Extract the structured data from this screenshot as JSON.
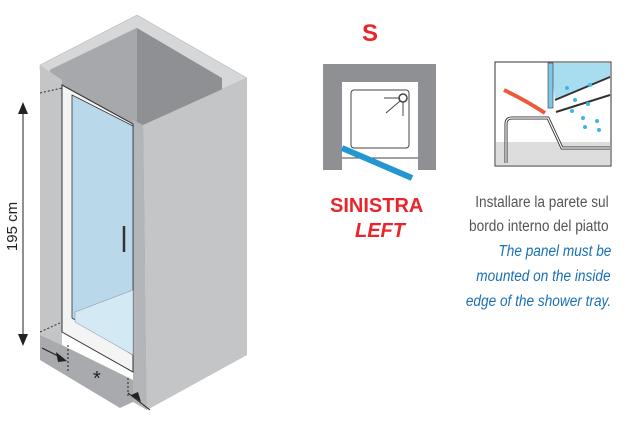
{
  "enclosure": {
    "height_label": "195 cm",
    "width_marker": "*"
  },
  "orientation": {
    "code": "S",
    "label_it": "SINISTRA",
    "label_en": "LEFT"
  },
  "instruction": {
    "it_lines": [
      "Installare la parete sul",
      "bordo interno del piatto"
    ],
    "en_lines": [
      "The panel must be",
      "mounted on the inside",
      "edge of the shower tray."
    ]
  },
  "colors": {
    "accent": "#e8262b",
    "glass": "#b9d9ea",
    "wall": "#c4c5c7",
    "text_en": "#1a6fb6"
  }
}
